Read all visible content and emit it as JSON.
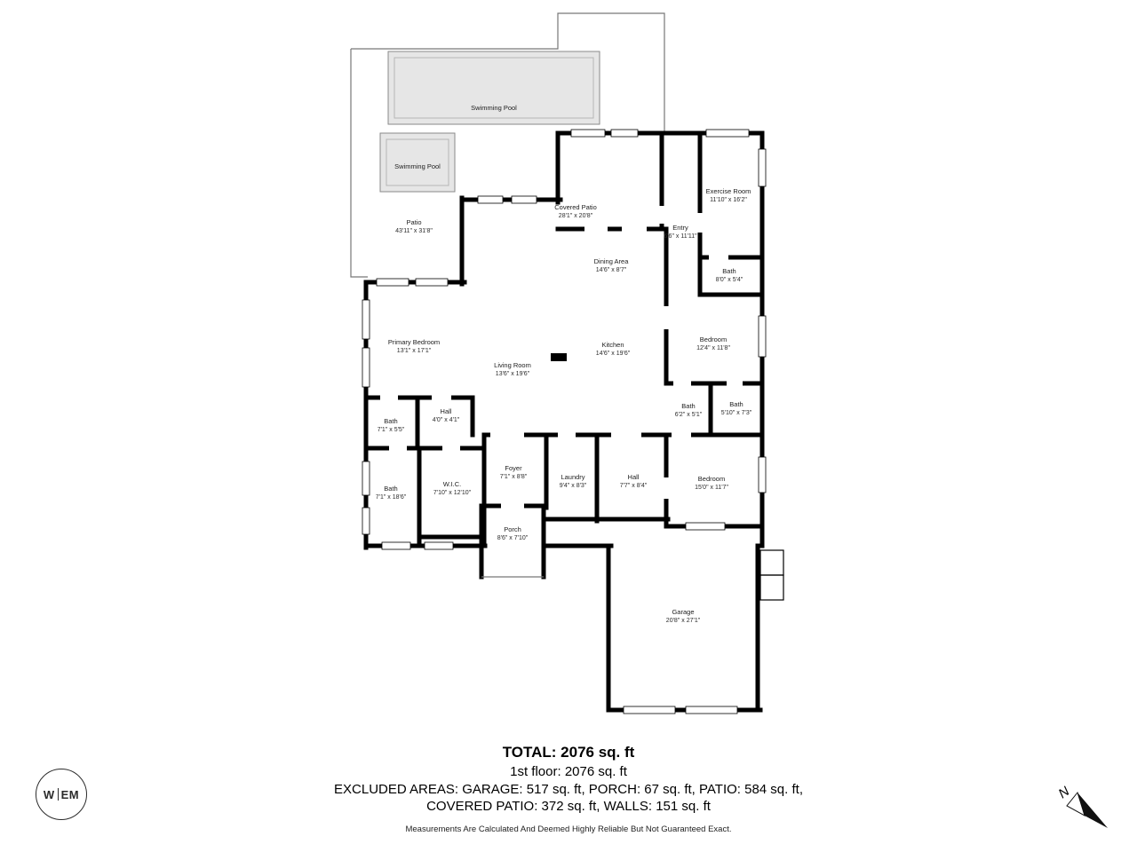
{
  "rooms": [
    {
      "name": "Swimming Pool",
      "dims": ""
    },
    {
      "name": "Swimming Pool",
      "dims": ""
    },
    {
      "name": "Patio",
      "dims": "43'11\" x 31'8\""
    },
    {
      "name": "Covered Patio",
      "dims": "28'1\" x 20'8\""
    },
    {
      "name": "Entry",
      "dims": "6'6\" x 11'11\""
    },
    {
      "name": "Exercise Room",
      "dims": "11'10\" x 16'2\""
    },
    {
      "name": "Bath",
      "dims": "8'0\" x 5'4\""
    },
    {
      "name": "Dining Area",
      "dims": "14'6\" x 8'7\""
    },
    {
      "name": "Kitchen",
      "dims": "14'6\" x 19'6\""
    },
    {
      "name": "Bedroom",
      "dims": "12'4\" x 11'8\""
    },
    {
      "name": "Primary Bedroom",
      "dims": "13'1\" x 17'1\""
    },
    {
      "name": "Living Room",
      "dims": "13'6\" x 19'6\""
    },
    {
      "name": "Hall",
      "dims": "4'0\" x 4'1\""
    },
    {
      "name": "Bath",
      "dims": "6'2\" x 5'1\""
    },
    {
      "name": "Bath",
      "dims": "5'10\" x 7'3\""
    },
    {
      "name": "Bath",
      "dims": "7'1\" x 5'5\""
    },
    {
      "name": "Bath",
      "dims": "7'1\" x 18'6\""
    },
    {
      "name": "W.I.C.",
      "dims": "7'10\" x 12'10\""
    },
    {
      "name": "Foyer",
      "dims": "7'1\" x 8'8\""
    },
    {
      "name": "Laundry",
      "dims": "9'4\" x 8'3\""
    },
    {
      "name": "Hall",
      "dims": "7'7\" x 8'4\""
    },
    {
      "name": "Bedroom",
      "dims": "15'0\" x 11'7\""
    },
    {
      "name": "Porch",
      "dims": "8'6\" x 7'10\""
    },
    {
      "name": "Garage",
      "dims": "20'8\" x 27'1\""
    }
  ],
  "footer": {
    "total": "TOTAL: 2076 sq. ft",
    "floor": "1st floor: 2076 sq. ft",
    "excluded_line1": "EXCLUDED AREAS: GARAGE: 517 sq. ft, PORCH: 67 sq. ft, PATIO: 584 sq. ft,",
    "excluded_line2": "COVERED PATIO: 372 sq. ft, WALLS: 151 sq. ft",
    "disclaimer": "Measurements Are Calculated And Deemed Highly Reliable But Not Guaranteed Exact."
  },
  "logo": {
    "left": "W",
    "right": "EM"
  },
  "compass": {
    "label": "N"
  },
  "colors": {
    "wall": "#000000",
    "pool_fill": "#e6e6e6",
    "thin_line": "#777777"
  }
}
